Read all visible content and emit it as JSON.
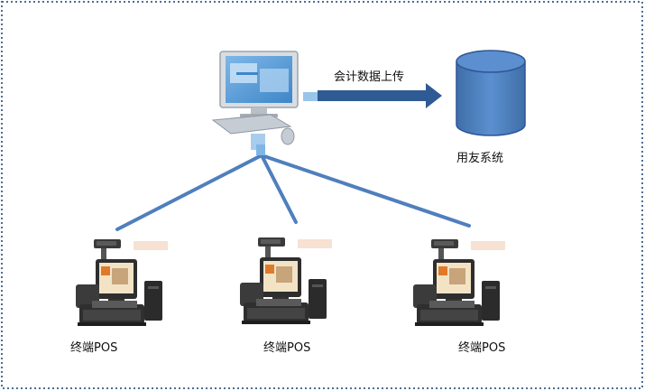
{
  "arrow_label": "会计数据上传",
  "database_label": "用友系统",
  "terminals": [
    {
      "label": "终端POS"
    },
    {
      "label": "终端POS"
    },
    {
      "label": "终端POS"
    }
  ],
  "colors": {
    "link": "#4f7fbd",
    "arrow": "#2f5b94",
    "db_fill": "#4f81bd",
    "db_stroke": "#2f5597",
    "border": "#4a6f96"
  }
}
